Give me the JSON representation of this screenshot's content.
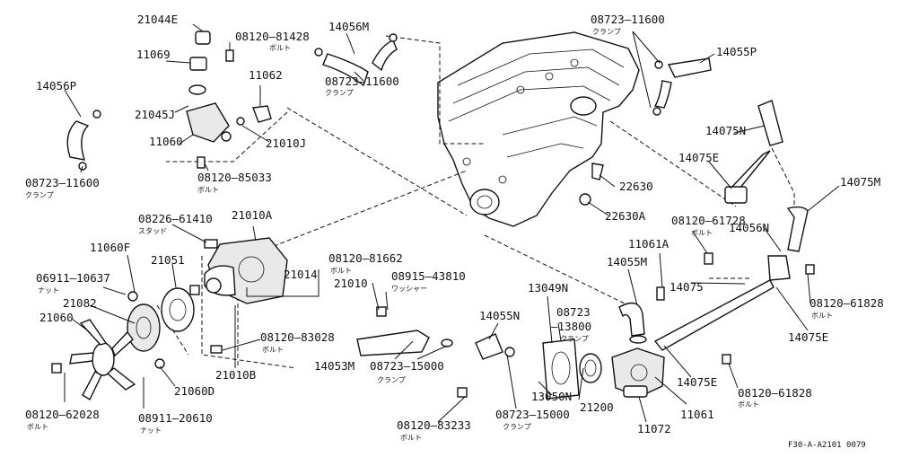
{
  "labels": {
    "p21044E": "21044E",
    "p11069": "11069",
    "p14056P": "14056P",
    "p21045J": "21045J",
    "p11060": "11060",
    "p08723_11600_a": "08723–11600",
    "clamp_a": "クランプ",
    "p08120_81428": "08120–81428",
    "bolt_a": "ボルト",
    "p14056M": "14056M",
    "p08723_11600_b": "08723–11600",
    "clamp_b": "クランプ",
    "p11062": "11062",
    "p21010J": "21010J",
    "p08120_85033": "08120–85033",
    "bolt_b": "ボルト",
    "p08723_11600_c": "08723–11600",
    "clamp_c": "クランプ",
    "p14055P": "14055P",
    "p14075N": "14075N",
    "p14075E_a": "14075E",
    "p22630": "22630",
    "p22630A": "22630A",
    "p14075M": "14075M",
    "p08120_61728": "08120–61728",
    "bolt_c": "ボルト",
    "p14056N": "14056N",
    "p11061A": "11061A",
    "p14055M": "14055M",
    "p14075": "14075",
    "p08120_61828_a": "08120–61828",
    "bolt_d": "ボルト",
    "p14075E_b": "14075E",
    "p14075E_c": "14075E",
    "p08120_61828_b": "08120–61828",
    "bolt_e": "ボルト",
    "p11061": "11061",
    "p11072": "11072",
    "p08226_61410": "08226–61410",
    "stud": "スタッド",
    "p21010A": "21010A",
    "p11060F": "11060F",
    "p21051": "21051",
    "p06911_10637": "06911–10637",
    "nut_a": "ナット",
    "p21082": "21082",
    "p21060": "21060",
    "p21014": "21014",
    "p21010": "21010",
    "p08120_81662": "08120–81662",
    "bolt_f": "ボルト",
    "p08915_43810": "08915–43810",
    "washer": "ワッシャー",
    "p13049N": "13049N",
    "p14055N": "14055N",
    "p08723": "08723",
    "p13800": "–13800",
    "clamp_d": "クランプ",
    "p08120_83028": "08120–83028",
    "bolt_g": "ボルト",
    "p21010B": "21010B",
    "p21060D": "21060D",
    "p14053M": "14053M",
    "p08723_15000_a": "08723–15000",
    "clamp_e": "クランプ",
    "p13050N": "13050N",
    "p21200": "21200",
    "p08723_15000_b": "08723–15000",
    "clamp_f": "クランプ",
    "p08120_83233": "08120–83233",
    "bolt_h": "ボルト",
    "p08120_62028": "08120–62028",
    "bolt_i": "ボルト",
    "p08911_20610": "08911–20610",
    "nut_b": "ナット",
    "figure_code": "F30-A-A2101 0079"
  }
}
